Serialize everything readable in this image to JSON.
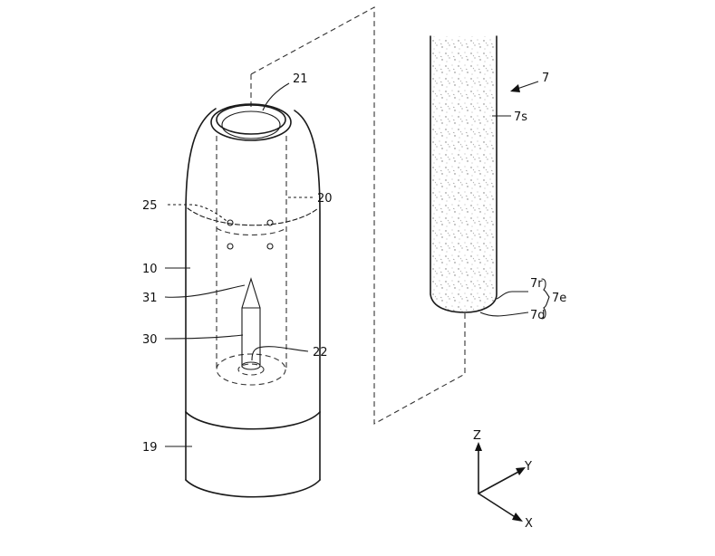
{
  "labels": {
    "holder_body": "10",
    "holder_bottom": "19",
    "chamber": "20",
    "opening": "21",
    "bottom_hole": "22",
    "air_holes": "25",
    "heater": "30",
    "heater_tip": "31",
    "stick": "7",
    "stick_surface": "7s",
    "stick_end_group": "7e",
    "stick_end_round": "7r",
    "stick_end_face": "7d"
  },
  "axes": {
    "z": "Z",
    "y": "Y",
    "x": "X"
  },
  "stick_fill_color": "#d8d8d8"
}
